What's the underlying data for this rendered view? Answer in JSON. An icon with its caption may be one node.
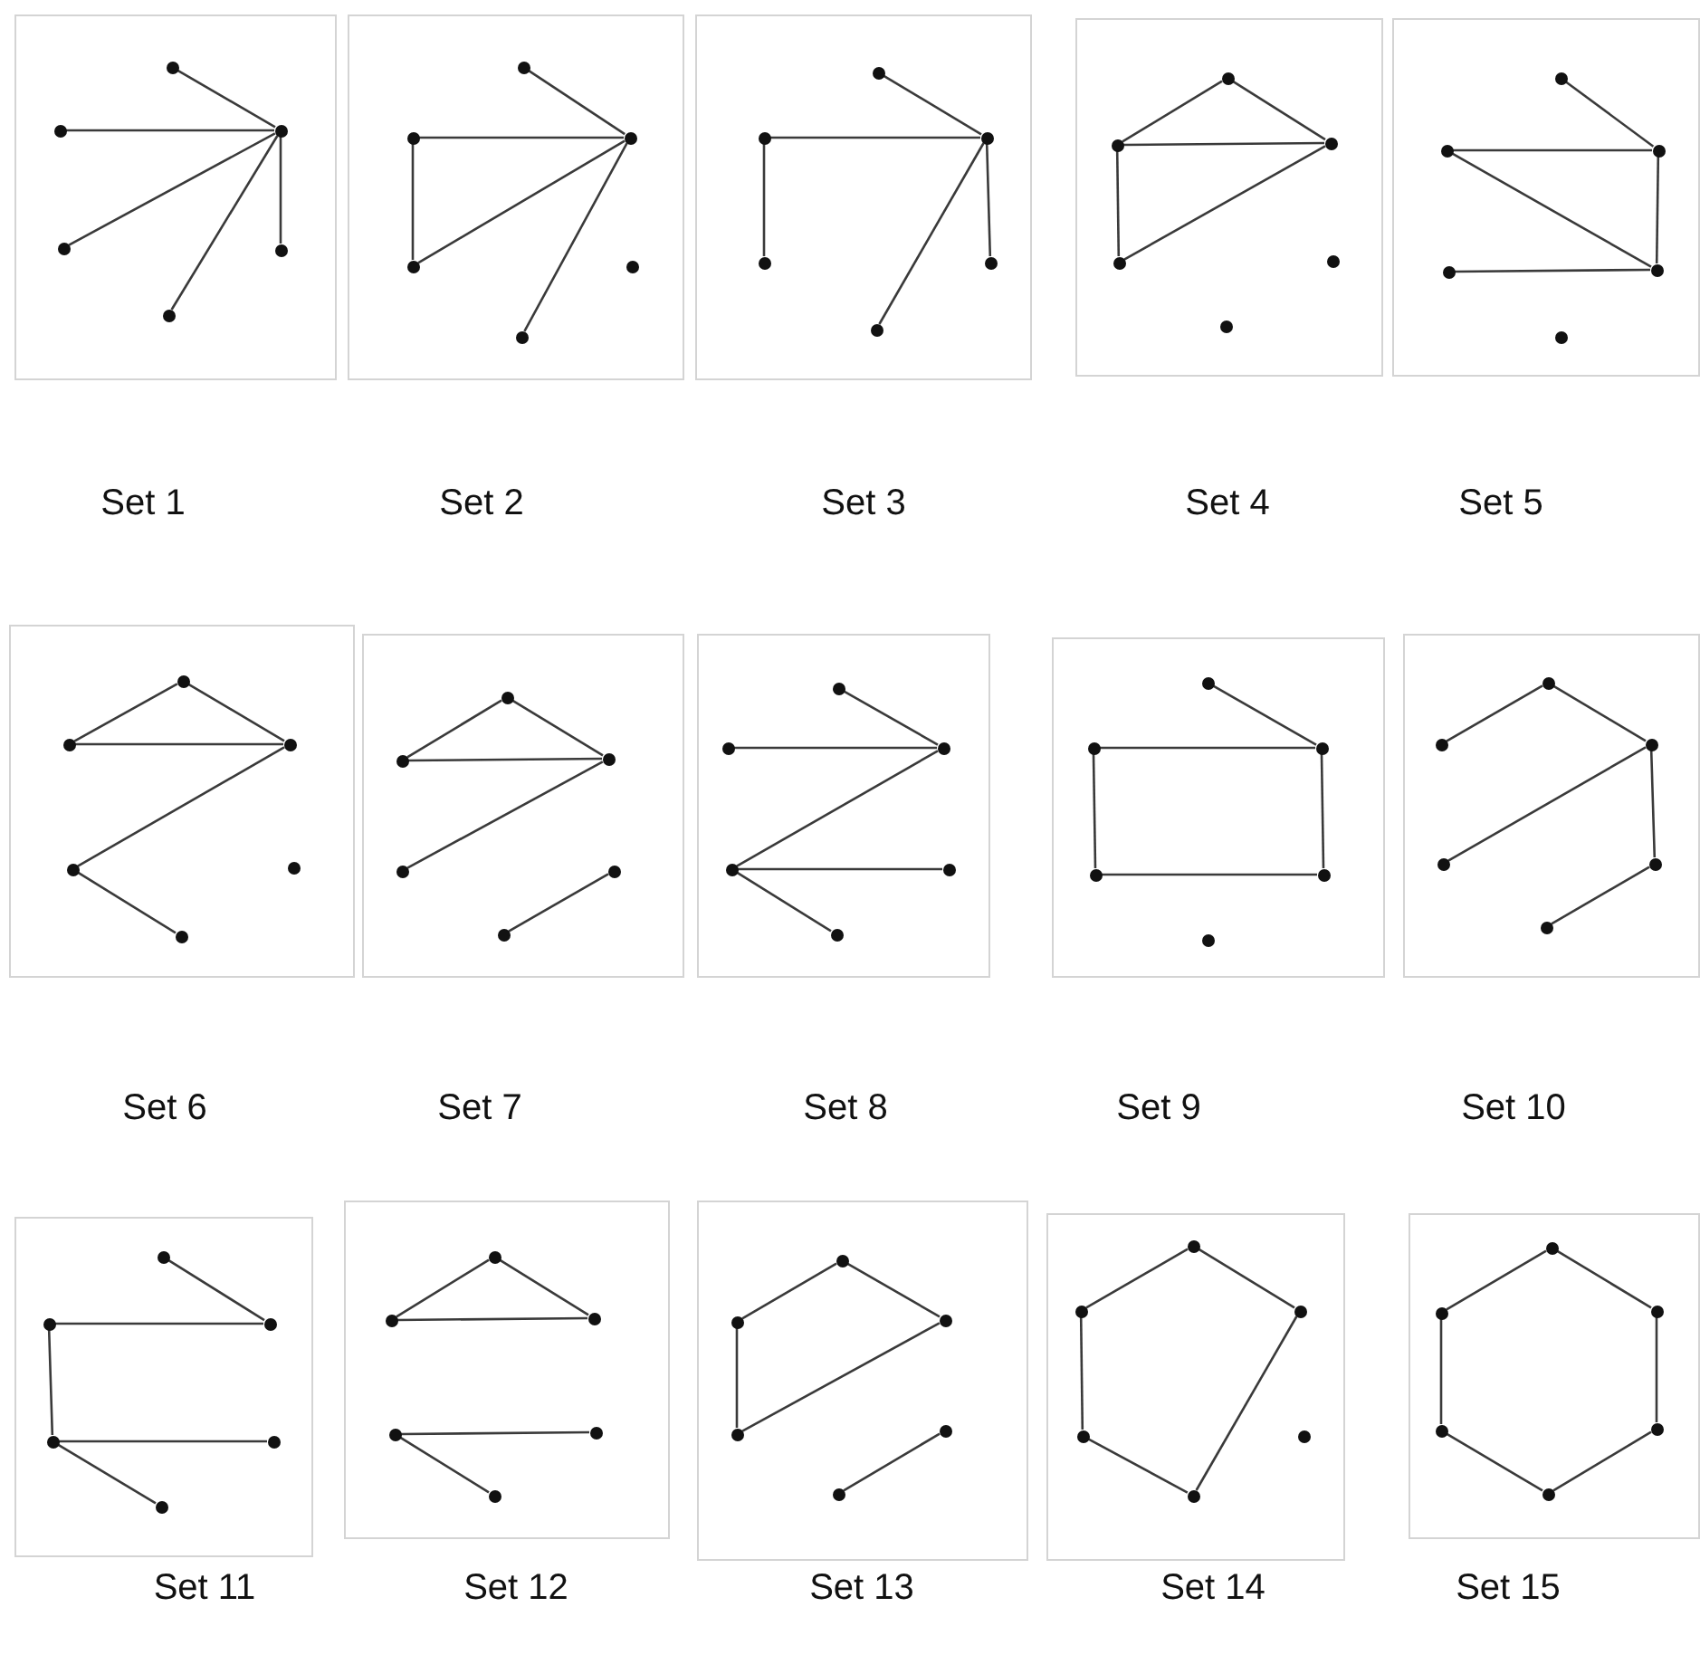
{
  "diagram": {
    "nodes": [
      {
        "text": [
          "Set 1"
        ]
      },
      {
        "text": [],
        "shape": "circle",
        "in": 0
      },
      {
        "text": [],
        "shape": "circle",
        "in": 0
      },
      {
        "text": [],
        "shape": "circle",
        "in": 0
      },
      {
        "text": [],
        "shape": "circle",
        "in": 0
      },
      {
        "text": [],
        "shape": "circle",
        "in": 0
      },
      {
        "text": [],
        "shape": "circle",
        "in": 0
      },
      {
        "text": [
          "Set 2"
        ]
      },
      {
        "text": [],
        "shape": "circle",
        "in": 7
      },
      {
        "text": [],
        "shape": "circle",
        "in": 7
      },
      {
        "text": [],
        "shape": "circle",
        "in": 7
      },
      {
        "text": [],
        "shape": "circle",
        "in": 7
      },
      {
        "text": [],
        "shape": "circle",
        "in": 7
      },
      {
        "text": [],
        "shape": "circle",
        "in": 7
      },
      {
        "text": [
          "Set 3"
        ]
      },
      {
        "text": [],
        "shape": "circle",
        "in": 14
      },
      {
        "text": [],
        "shape": "circle",
        "in": 14
      },
      {
        "text": [],
        "shape": "circle",
        "in": 14
      },
      {
        "text": [],
        "shape": "circle",
        "in": 14
      },
      {
        "text": [],
        "shape": "circle",
        "in": 14
      },
      {
        "text": [],
        "shape": "circle",
        "in": 14
      },
      {
        "text": [
          "Set 4"
        ]
      },
      {
        "text": [],
        "shape": "circle",
        "in": 21
      },
      {
        "text": [],
        "shape": "circle",
        "in": 21
      },
      {
        "text": [],
        "shape": "circle",
        "in": 21
      },
      {
        "text": [],
        "shape": "circle",
        "in": 21
      },
      {
        "text": [],
        "shape": "circle",
        "in": 21
      },
      {
        "text": [],
        "shape": "circle",
        "in": 21
      },
      {
        "text": [
          "Set 5"
        ]
      },
      {
        "text": [],
        "shape": "circle",
        "in": 28
      },
      {
        "text": [],
        "shape": "circle",
        "in": 28
      },
      {
        "text": [],
        "shape": "circle",
        "in": 28
      },
      {
        "text": [],
        "shape": "circle",
        "in": 28
      },
      {
        "text": [],
        "shape": "circle",
        "in": 28
      },
      {
        "text": [],
        "shape": "circle",
        "in": 28
      },
      {
        "text": [
          "Set 6"
        ]
      },
      {
        "text": [],
        "shape": "circle",
        "in": 35
      },
      {
        "text": [],
        "shape": "circle",
        "in": 35
      },
      {
        "text": [],
        "shape": "circle",
        "in": 35
      },
      {
        "text": [],
        "shape": "circle",
        "in": 35
      },
      {
        "text": [],
        "shape": "circle",
        "in": 35
      },
      {
        "text": [],
        "shape": "circle",
        "in": 35
      },
      {
        "text": [
          "Set 7"
        ]
      },
      {
        "text": [],
        "shape": "circle",
        "in": 42
      },
      {
        "text": [],
        "shape": "circle",
        "in": 42
      },
      {
        "text": [],
        "shape": "circle",
        "in": 42
      },
      {
        "text": [],
        "shape": "circle",
        "in": 42
      },
      {
        "text": [],
        "shape": "circle",
        "in": 42
      },
      {
        "text": [],
        "shape": "circle",
        "in": 42
      },
      {
        "text": [
          "Set 8"
        ]
      },
      {
        "text": [],
        "shape": "circle",
        "in": 49
      },
      {
        "text": [],
        "shape": "circle",
        "in": 49
      },
      {
        "text": [],
        "shape": "circle",
        "in": 49
      },
      {
        "text": [],
        "shape": "circle",
        "in": 49
      },
      {
        "text": [],
        "shape": "circle",
        "in": 49
      },
      {
        "text": [],
        "shape": "circle",
        "in": 49
      },
      {
        "text": [
          "Set 9"
        ]
      },
      {
        "text": [],
        "shape": "circle",
        "in": 56
      },
      {
        "text": [],
        "shape": "circle",
        "in": 56
      },
      {
        "text": [],
        "shape": "circle",
        "in": 56
      },
      {
        "text": [],
        "shape": "circle",
        "in": 56
      },
      {
        "text": [],
        "shape": "circle",
        "in": 56
      },
      {
        "text": [],
        "shape": "circle",
        "in": 56
      },
      {
        "text": [
          "Set 10"
        ]
      },
      {
        "text": [],
        "shape": "circle",
        "in": 63
      },
      {
        "text": [],
        "shape": "circle",
        "in": 63
      },
      {
        "text": [],
        "shape": "circle",
        "in": 63
      },
      {
        "text": [],
        "shape": "circle",
        "in": 63
      },
      {
        "text": [],
        "shape": "circle",
        "in": 63
      },
      {
        "text": [],
        "shape": "circle",
        "in": 63
      },
      {
        "text": [
          "Set 11"
        ]
      },
      {
        "text": [],
        "shape": "circle",
        "in": 70
      },
      {
        "text": [],
        "shape": "circle",
        "in": 70
      },
      {
        "text": [],
        "shape": "circle",
        "in": 70
      },
      {
        "text": [],
        "shape": "circle",
        "in": 70
      },
      {
        "text": [],
        "shape": "circle",
        "in": 70
      },
      {
        "text": [],
        "shape": "circle",
        "in": 70
      },
      {
        "text": [
          "Set 12"
        ]
      },
      {
        "text": [],
        "shape": "circle",
        "in": 77
      },
      {
        "text": [],
        "shape": "circle",
        "in": 77
      },
      {
        "text": [],
        "shape": "circle",
        "in": 77
      },
      {
        "text": [],
        "shape": "circle",
        "in": 77
      },
      {
        "text": [],
        "shape": "circle",
        "in": 77
      },
      {
        "text": [],
        "shape": "circle",
        "in": 77
      },
      {
        "text": [
          "Set 13"
        ]
      },
      {
        "text": [],
        "shape": "circle",
        "in": 84
      },
      {
        "text": [],
        "shape": "circle",
        "in": 84
      },
      {
        "text": [],
        "shape": "circle",
        "in": 84
      },
      {
        "text": [],
        "shape": "circle",
        "in": 84
      },
      {
        "text": [],
        "shape": "circle",
        "in": 84
      },
      {
        "text": [],
        "shape": "circle",
        "in": 84
      },
      {
        "text": [
          "Set 14"
        ]
      },
      {
        "text": [],
        "shape": "circle",
        "in": 91
      },
      {
        "text": [],
        "shape": "circle",
        "in": 91
      },
      {
        "text": [],
        "shape": "circle",
        "in": 91
      },
      {
        "text": [],
        "shape": "circle",
        "in": 91
      },
      {
        "text": [],
        "shape": "circle",
        "in": 91
      },
      {
        "text": [],
        "shape": "circle",
        "in": 91
      },
      {
        "text": [
          "Set 15"
        ]
      },
      {
        "text": [],
        "shape": "circle",
        "in": 98
      },
      {
        "text": [],
        "shape": "circle",
        "in": 98
      },
      {
        "text": [],
        "shape": "circle",
        "in": 98
      },
      {
        "text": [],
        "shape": "circle",
        "in": 98
      },
      {
        "text": [],
        "shape": "circle",
        "in": 98
      },
      {
        "text": [],
        "shape": "circle",
        "in": 98
      }
    ],
    "edges": [
      {
        "from": 1,
        "to": 3,
        "arrow": "none"
      },
      {
        "from": 2,
        "to": 3,
        "arrow": "none"
      },
      {
        "from": 3,
        "to": 4,
        "arrow": "none"
      },
      {
        "from": 3,
        "to": 5,
        "arrow": "none"
      },
      {
        "from": 3,
        "to": 6,
        "arrow": "none"
      },
      {
        "from": 8,
        "to": 10,
        "arrow": "none"
      },
      {
        "from": 9,
        "to": 10,
        "arrow": "none"
      },
      {
        "from": 9,
        "to": 11,
        "arrow": "none"
      },
      {
        "from": 10,
        "to": 11,
        "arrow": "none"
      },
      {
        "from": 10,
        "to": 13,
        "arrow": "none"
      },
      {
        "from": 15,
        "to": 17,
        "arrow": "none"
      },
      {
        "from": 16,
        "to": 17,
        "arrow": "none"
      },
      {
        "from": 16,
        "to": 18,
        "arrow": "none"
      },
      {
        "from": 17,
        "to": 19,
        "arrow": "none"
      },
      {
        "from": 17,
        "to": 20,
        "arrow": "none"
      },
      {
        "from": 22,
        "to": 23,
        "arrow": "none"
      },
      {
        "from": 22,
        "to": 24,
        "arrow": "none"
      },
      {
        "from": 23,
        "to": 24,
        "arrow": "none"
      },
      {
        "from": 23,
        "to": 25,
        "arrow": "none"
      },
      {
        "from": 24,
        "to": 25,
        "arrow": "none"
      },
      {
        "from": 29,
        "to": 31,
        "arrow": "none"
      },
      {
        "from": 30,
        "to": 31,
        "arrow": "none"
      },
      {
        "from": 30,
        "to": 33,
        "arrow": "none"
      },
      {
        "from": 31,
        "to": 33,
        "arrow": "none"
      },
      {
        "from": 32,
        "to": 33,
        "arrow": "none"
      },
      {
        "from": 36,
        "to": 37,
        "arrow": "none"
      },
      {
        "from": 36,
        "to": 38,
        "arrow": "none"
      },
      {
        "from": 37,
        "to": 38,
        "arrow": "none"
      },
      {
        "from": 38,
        "to": 39,
        "arrow": "none"
      },
      {
        "from": 39,
        "to": 41,
        "arrow": "none"
      },
      {
        "from": 43,
        "to": 44,
        "arrow": "none"
      },
      {
        "from": 43,
        "to": 45,
        "arrow": "none"
      },
      {
        "from": 44,
        "to": 45,
        "arrow": "none"
      },
      {
        "from": 45,
        "to": 46,
        "arrow": "none"
      },
      {
        "from": 47,
        "to": 48,
        "arrow": "none"
      },
      {
        "from": 50,
        "to": 52,
        "arrow": "none"
      },
      {
        "from": 51,
        "to": 52,
        "arrow": "none"
      },
      {
        "from": 52,
        "to": 53,
        "arrow": "none"
      },
      {
        "from": 53,
        "to": 54,
        "arrow": "none"
      },
      {
        "from": 53,
        "to": 55,
        "arrow": "none"
      },
      {
        "from": 57,
        "to": 59,
        "arrow": "none"
      },
      {
        "from": 58,
        "to": 59,
        "arrow": "none"
      },
      {
        "from": 58,
        "to": 60,
        "arrow": "none"
      },
      {
        "from": 59,
        "to": 61,
        "arrow": "none"
      },
      {
        "from": 60,
        "to": 61,
        "arrow": "none"
      },
      {
        "from": 64,
        "to": 65,
        "arrow": "none"
      },
      {
        "from": 64,
        "to": 66,
        "arrow": "none"
      },
      {
        "from": 66,
        "to": 67,
        "arrow": "none"
      },
      {
        "from": 66,
        "to": 68,
        "arrow": "none"
      },
      {
        "from": 68,
        "to": 69,
        "arrow": "none"
      },
      {
        "from": 71,
        "to": 73,
        "arrow": "none"
      },
      {
        "from": 72,
        "to": 73,
        "arrow": "none"
      },
      {
        "from": 72,
        "to": 74,
        "arrow": "none"
      },
      {
        "from": 74,
        "to": 75,
        "arrow": "none"
      },
      {
        "from": 74,
        "to": 76,
        "arrow": "none"
      },
      {
        "from": 78,
        "to": 79,
        "arrow": "none"
      },
      {
        "from": 78,
        "to": 80,
        "arrow": "none"
      },
      {
        "from": 79,
        "to": 80,
        "arrow": "none"
      },
      {
        "from": 81,
        "to": 82,
        "arrow": "none"
      },
      {
        "from": 81,
        "to": 83,
        "arrow": "none"
      },
      {
        "from": 85,
        "to": 86,
        "arrow": "none"
      },
      {
        "from": 85,
        "to": 87,
        "arrow": "none"
      },
      {
        "from": 86,
        "to": 88,
        "arrow": "none"
      },
      {
        "from": 87,
        "to": 88,
        "arrow": "none"
      },
      {
        "from": 89,
        "to": 90,
        "arrow": "none"
      },
      {
        "from": 92,
        "to": 93,
        "arrow": "none"
      },
      {
        "from": 92,
        "to": 94,
        "arrow": "none"
      },
      {
        "from": 93,
        "to": 95,
        "arrow": "none"
      },
      {
        "from": 95,
        "to": 97,
        "arrow": "none"
      },
      {
        "from": 94,
        "to": 97,
        "arrow": "none"
      },
      {
        "from": 99,
        "to": 100,
        "arrow": "none"
      },
      {
        "from": 99,
        "to": 101,
        "arrow": "none"
      },
      {
        "from": 100,
        "to": 102,
        "arrow": "none"
      },
      {
        "from": 101,
        "to": 103,
        "arrow": "none"
      },
      {
        "from": 102,
        "to": 104,
        "arrow": "none"
      },
      {
        "from": 103,
        "to": 104,
        "arrow": "none"
      }
    ]
  }
}
